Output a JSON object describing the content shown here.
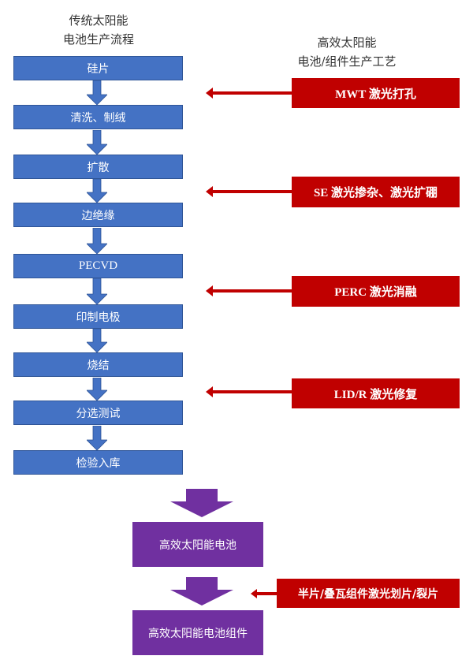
{
  "headings": {
    "traditional_line1": "传统太阳能",
    "traditional_line2": "电池生产流程",
    "efficient_line1": "高效太阳能",
    "efficient_line2": "电池/组件生产工艺"
  },
  "traditional_steps": [
    {
      "label": "硅片"
    },
    {
      "label": "清洗、制绒"
    },
    {
      "label": "扩散"
    },
    {
      "label": "边绝缘"
    },
    {
      "label": "PECVD"
    },
    {
      "label": "印制电极"
    },
    {
      "label": "烧结"
    },
    {
      "label": "分选测试"
    },
    {
      "label": "检验入库"
    }
  ],
  "laser_processes": [
    {
      "label": "MWT 激光打孔",
      "target_between": [
        "硅片",
        "清洗、制绒"
      ]
    },
    {
      "label": "SE 激光掺杂、激光扩硼",
      "target_between": [
        "扩散",
        "边绝缘"
      ]
    },
    {
      "label": "PERC 激光消融",
      "target_between": [
        "PECVD",
        "印制电极"
      ]
    },
    {
      "label": "LID/R 激光修复",
      "target_between": [
        "烧结",
        "分选测试"
      ]
    },
    {
      "label": "半片/叠瓦组件激光划片/裂片",
      "target_between": [
        "高效太阳能电池",
        "高效太阳能电池组件"
      ]
    }
  ],
  "outputs": [
    {
      "label": "高效太阳能电池"
    },
    {
      "label": "高效太阳能电池组件"
    }
  ],
  "colors": {
    "process_blue": "#4472c4",
    "laser_red": "#c00000",
    "output_purple": "#7030a0"
  }
}
